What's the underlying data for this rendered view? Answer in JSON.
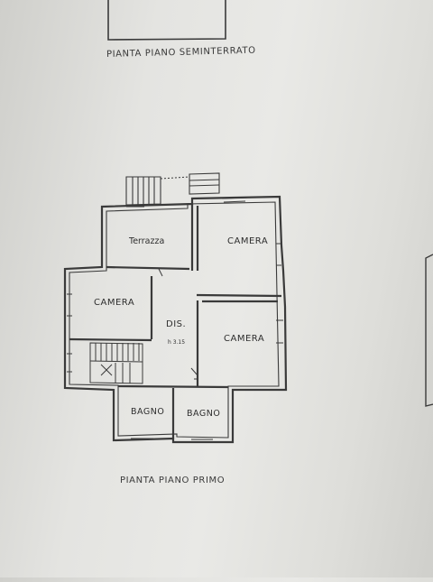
{
  "captions": {
    "upper_floor": "PIANTA PIANO SEMINTERRATO",
    "main_floor": "PIANTA PIANO PRIMO"
  },
  "rooms": {
    "terrazza": "Terrazza",
    "camera_top_right": "CAMERA",
    "camera_left": "CAMERA",
    "corridor": "DIS.",
    "corridor_height": "h 3.15",
    "camera_mid_right": "CAMERA",
    "bagno_left": "BAGNO",
    "bagno_right": "BAGNO"
  },
  "colors": {
    "line": "#3a3a3a",
    "paper": "#e6e6e3"
  }
}
